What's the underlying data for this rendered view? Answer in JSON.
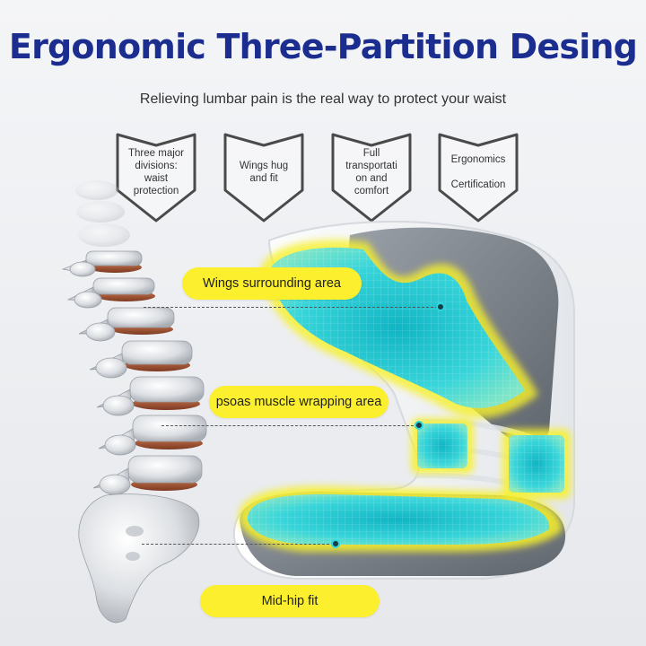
{
  "header": {
    "title": "Ergonomic Three-Partition Desing",
    "subtitle": "Relieving lumbar pain is the real way to protect your waist"
  },
  "badges": [
    {
      "lines": [
        "Three major",
        "divisions:",
        "waist",
        "protection"
      ],
      "icon": "shield-outline"
    },
    {
      "lines": [
        "Wings hug",
        "and fit"
      ],
      "icon": "shield-outline"
    },
    {
      "lines": [
        "Full",
        "transportati",
        "on and",
        "comfort"
      ],
      "icon": "shield-outline"
    },
    {
      "lines": [
        "Ergonomics",
        "Certification"
      ],
      "icon": "shield-outline"
    }
  ],
  "callouts": {
    "wings": "Wings surrounding area",
    "psoas": "psoas muscle wrapping area",
    "hip": "Mid-hip fit"
  },
  "colors": {
    "title": "#1b2d8f",
    "highlight": "#2fd3d8",
    "highlight_glow": "#f7f12a",
    "pill": "#fbef2e",
    "cushion": "#7f858d",
    "shell": "#ffffff"
  }
}
